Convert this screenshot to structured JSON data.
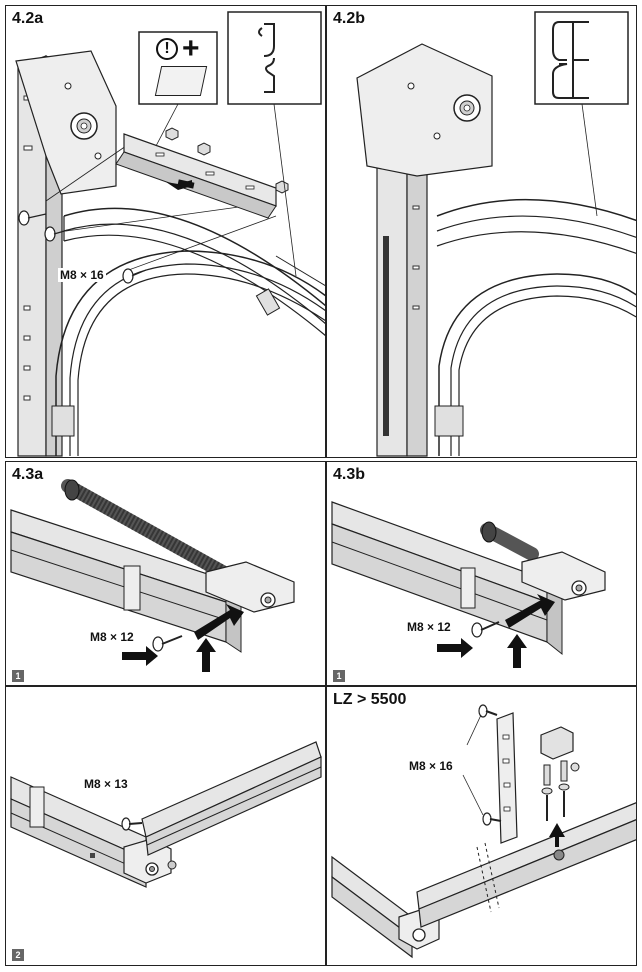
{
  "panels": {
    "p42a": {
      "title": "4.2a",
      "bolt_label": "M8 × 16"
    },
    "p42b": {
      "title": "4.2b"
    },
    "p43a": {
      "title": "4.3a",
      "bolt_label": "M8 × 12",
      "step": "1"
    },
    "p43b": {
      "title": "4.3b",
      "bolt_label": "M8 × 12",
      "step": "1"
    },
    "p44": {
      "bolt_label": "M8 × 13",
      "step": "2"
    },
    "p45": {
      "title": "LZ > 5500",
      "bolt_label": "M8 × 16"
    }
  },
  "icons": {
    "warning": "exclamation-circle-icon",
    "plus": "plus-icon",
    "box": "box-contents-icon"
  },
  "colors": {
    "line": "#222222",
    "steel": "#e3e3e3",
    "steel_dark": "#b9b9b9",
    "step_badge": "#666666"
  }
}
